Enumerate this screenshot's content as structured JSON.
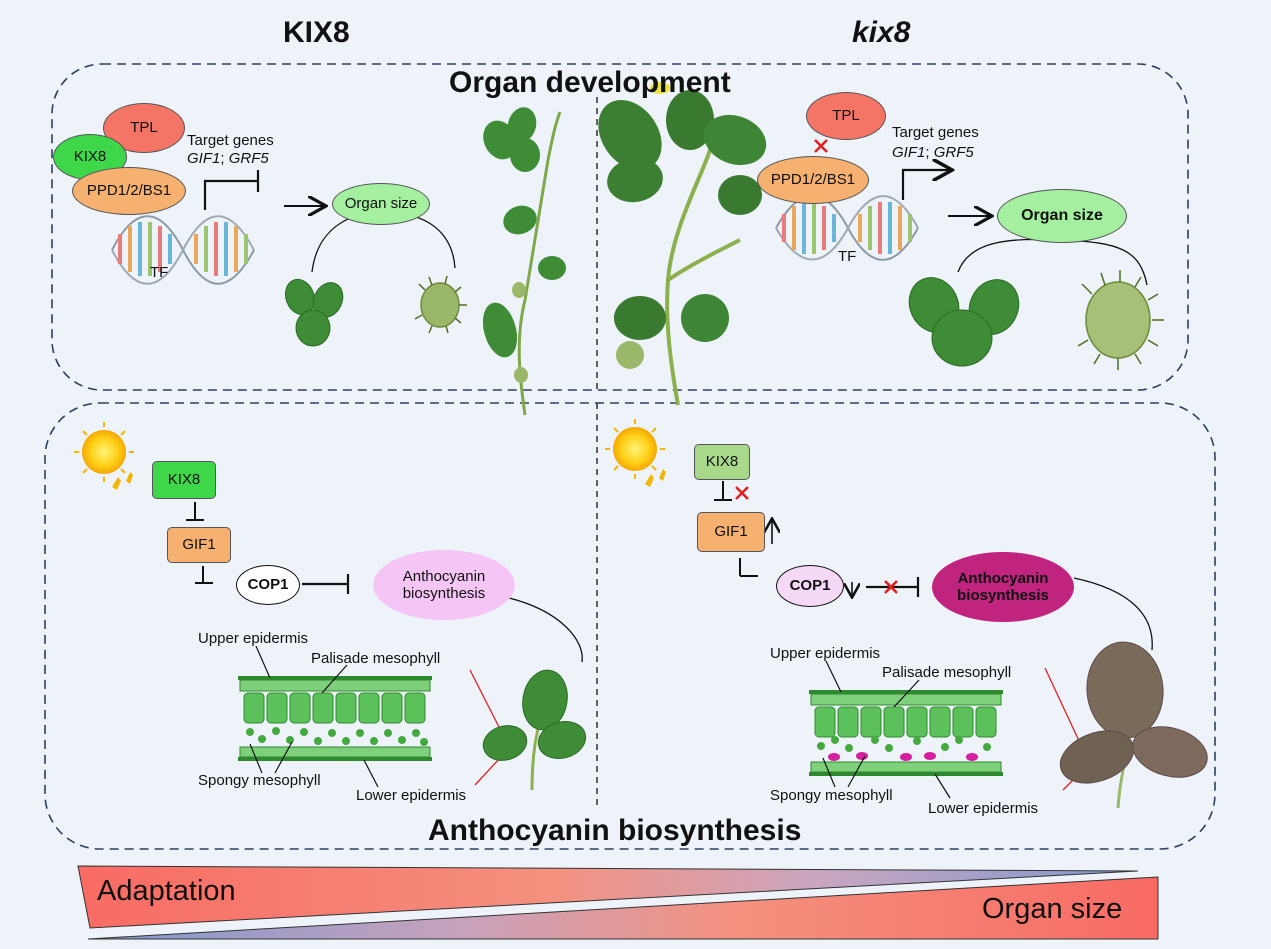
{
  "columns": {
    "left": "KIX8",
    "right": "kix8"
  },
  "sections": {
    "top": "Organ development",
    "bottom": "Anthocyanin biosynthesis"
  },
  "top_left": {
    "tpl": "TPL",
    "kix8": "KIX8",
    "ppd": "PPD1/2/BS1",
    "target_label": "Target genes",
    "gene1": "GIF1",
    "gene_sep": ";",
    "gene2": "GRF5",
    "tf": "TF",
    "organ_size": "Organ size"
  },
  "top_right": {
    "tpl": "TPL",
    "ppd": "PPD1/2/BS1",
    "target_label": "Target genes",
    "gene1": "GIF1",
    "gene_sep": ";",
    "gene2": "GRF5",
    "tf": "TF",
    "organ_size": "Organ size"
  },
  "bottom_left": {
    "kix8": "KIX8",
    "gif1": "GIF1",
    "cop1": "COP1",
    "antho_line1": "Anthocyanin",
    "antho_line2": "biosynthesis",
    "upper_epidermis": "Upper epidermis",
    "palisade": "Palisade mesophyll",
    "spongy": "Spongy mesophyll",
    "lower_epidermis": "Lower epidermis"
  },
  "bottom_right": {
    "kix8": "KIX8",
    "gif1": "GIF1",
    "cop1": "COP1",
    "antho_line1": "Anthocyanin",
    "antho_line2": "biosynthesis",
    "upper_epidermis": "Upper epidermis",
    "palisade": "Palisade mesophyll",
    "spongy": "Spongy mesophyll",
    "lower_epidermis": "Lower epidermis"
  },
  "bottom_bar": {
    "left_label": "Adaptation",
    "right_label": "Organ size"
  },
  "colors": {
    "tpl": "#f47566",
    "kix8": "#3fd74a",
    "kix8_muted": "#a8d98a",
    "ppd": "#f6b070",
    "gif1": "#f6b070",
    "organ_oval": "#a4f0a0",
    "antho_light": "#f5c6f5",
    "antho_dark": "#c0247f",
    "cop1_light": "#f5d8f5",
    "leaf": "#3d8a35",
    "cell": "#5cc15a",
    "cell_dark": "#2f8a2f",
    "inhibit_x": "#e02020",
    "bar_red": "#f86b64",
    "bar_blue": "#7f98cf"
  }
}
